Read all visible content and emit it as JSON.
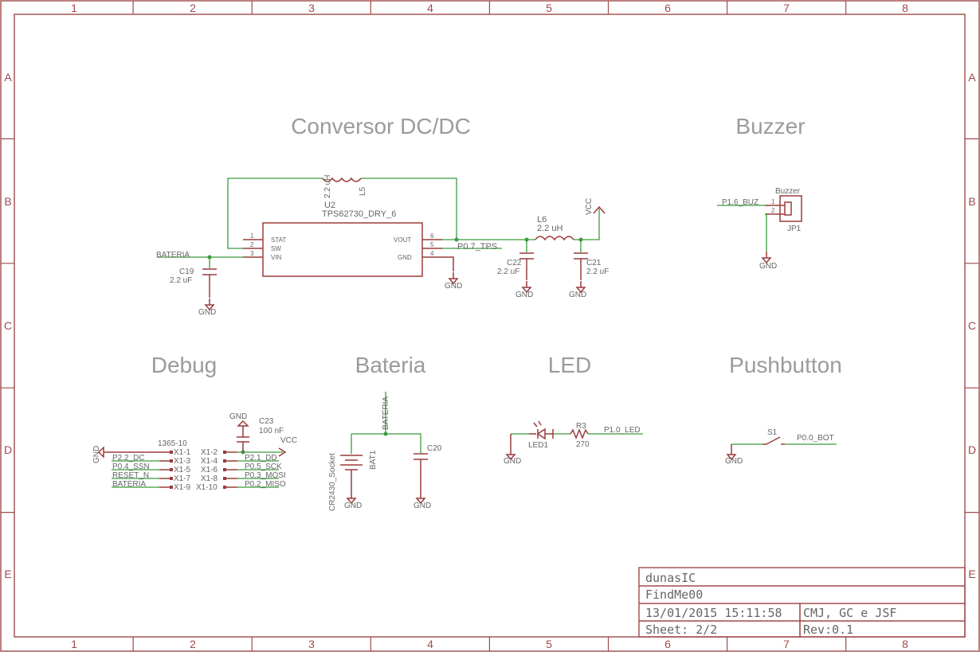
{
  "frame": {
    "columns": [
      "1",
      "2",
      "3",
      "4",
      "5",
      "6",
      "7",
      "8"
    ],
    "rows": [
      "A",
      "B",
      "C",
      "D",
      "E"
    ]
  },
  "sections": {
    "conversor": "Conversor DC/DC",
    "buzzer": "Buzzer",
    "debug": "Debug",
    "bateria": "Bateria",
    "led": "LED",
    "pushbutton": "Pushbutton"
  },
  "conversor": {
    "ic_name": "U2",
    "ic_value": "TPS62730_DRY_6",
    "ic_pins_left": [
      {
        "num": "1",
        "name": "STAT"
      },
      {
        "num": "2",
        "name": "SW"
      },
      {
        "num": "3",
        "name": "VIN"
      }
    ],
    "ic_pins_right": [
      {
        "num": "6",
        "name": "VOUT"
      },
      {
        "num": "5",
        "name": ""
      },
      {
        "num": "4",
        "name": "GND"
      }
    ],
    "l5_name": "L5",
    "l5_value": "2.2 uH",
    "l6_name": "L6",
    "l6_value": "2.2 uH",
    "c19_name": "C19",
    "c19_value": "2.2 uF",
    "c22_name": "C22",
    "c22_value": "2.2 uF",
    "c21_name": "C21",
    "c21_value": "2.2 uF",
    "net_bateria": "BATERIA",
    "net_p07": "P0.7_TPS",
    "vcc": "VCC",
    "gnd": "GND"
  },
  "buzzer": {
    "name": "Buzzer",
    "part": "JP1",
    "net": "P1.6_BUZ",
    "pin1": "1",
    "pin2": "2",
    "gnd": "GND"
  },
  "debug": {
    "connector": "1365-10",
    "c23_name": "C23",
    "c23_value": "100 nF",
    "gnd": "GND",
    "vcc": "VCC",
    "left_pins": [
      {
        "pin": "X1-1",
        "net": ""
      },
      {
        "pin": "X1-3",
        "net": "P2.2_DC"
      },
      {
        "pin": "X1-5",
        "net": "P0.4_SSN"
      },
      {
        "pin": "X1-7",
        "net": "RESET_N"
      },
      {
        "pin": "X1-9",
        "net": "BATERIA"
      }
    ],
    "right_pins": [
      {
        "pin": "X1-2",
        "net": ""
      },
      {
        "pin": "X1-4",
        "net": "P2.1_DD"
      },
      {
        "pin": "X1-6",
        "net": "P0.5_SCK"
      },
      {
        "pin": "X1-8",
        "net": "P0.3_MOSI"
      },
      {
        "pin": "X1-10",
        "net": "P0.2_MISO"
      }
    ]
  },
  "bateria": {
    "net": "BATERIA",
    "bat_name": "BAT1",
    "bat_value": "CR2430_Socket",
    "c20_name": "C20",
    "gnd": "GND"
  },
  "led": {
    "led_name": "LED1",
    "r_name": "R3",
    "r_value": "270",
    "net": "P1.0_LED",
    "gnd": "GND"
  },
  "pushbutton": {
    "s_name": "S1",
    "net": "P0.0_BOT",
    "gnd": "GND"
  },
  "titleblock": {
    "company": "dunasIC",
    "project": "FindMe00",
    "datetime": "13/01/2015 15:11:58",
    "authors": "CMJ, GC e JSF",
    "sheet": "Sheet: 2/2",
    "rev": "Rev:0.1"
  }
}
